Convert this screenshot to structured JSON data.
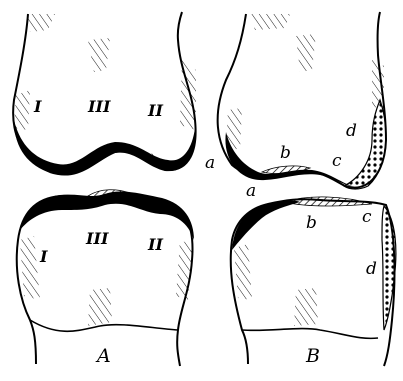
{
  "panels": {
    "A": {
      "label": "A",
      "upper": {
        "roman": [
          "I",
          "III",
          "II"
        ]
      },
      "lower": {
        "roman": [
          "I",
          "III",
          "II"
        ]
      }
    },
    "B": {
      "label": "B",
      "upper": {
        "letters": [
          "a",
          "b",
          "c",
          "d"
        ]
      },
      "lower": {
        "letters": [
          "a",
          "b",
          "c",
          "d"
        ]
      }
    }
  }
}
